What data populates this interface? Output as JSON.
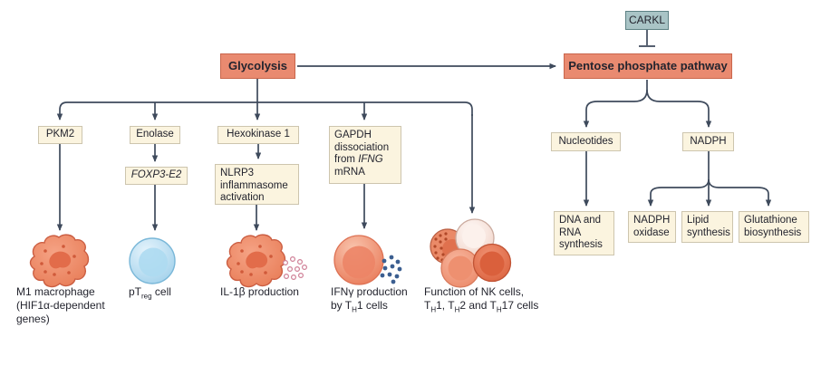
{
  "theme": {
    "salmon": "#e98a70",
    "salmon_border": "#c9664c",
    "cream": "#fbf4df",
    "cream_border": "#cdc5ae",
    "teal": "#a9c4c6",
    "teal_border": "#5d8184",
    "line": "#3e4a5c",
    "text": "#23242e"
  },
  "pathway_boxes": {
    "carkl": "CARKL",
    "glycolysis": "Glycolysis",
    "ppp": "Pentose phosphate pathway"
  },
  "glycolysis_branch": {
    "pkm2": "PKM2",
    "enolase": "Enolase",
    "hexokinase": "Hexokinase 1",
    "gapdh": {
      "line1": "GAPDH",
      "line2": "dissociation",
      "line3_pre": "from ",
      "line3_italic": "IFNG",
      "line4": "mRNA"
    },
    "foxp3": "FOXP3-E2",
    "nlrp3": "NLRP3 inflammasome activation"
  },
  "ppp_branch": {
    "nucleotides": "Nucleotides",
    "nadph": "NADPH",
    "dna_rna": "DNA and RNA synthesis",
    "nadph_oxidase": "NADPH oxidase",
    "lipid": "Lipid synthesis",
    "glutathione": "Glutathione biosynthesis"
  },
  "outcomes": {
    "m1_lines": [
      "M1 macrophage",
      "(HIF1α-dependent",
      "genes)"
    ],
    "ptreg": {
      "pre": "pT",
      "sub": "reg",
      "post": " cell"
    },
    "il1b": "IL-1β production",
    "ifng": {
      "line1": "IFNγ production",
      "line2_pre": "by T",
      "line2_sub": "H",
      "line2_post": "1 cells"
    },
    "nk": {
      "line1": "Function of NK cells,",
      "line2_segments": [
        "T",
        "H",
        "1, T",
        "H",
        "2 and T",
        "H",
        "17 cells"
      ]
    }
  }
}
